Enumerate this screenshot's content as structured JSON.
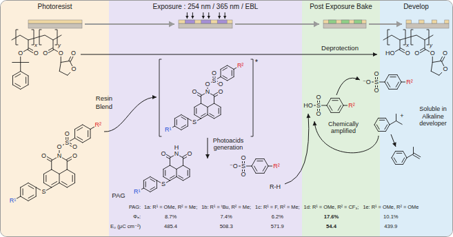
{
  "diagram": {
    "nodes": [
      {
        "text": [
          "Photoresist"
        ]
      },
      {
        "text": [
          "Exposure : 254 nm / 365 nm / EBL"
        ]
      },
      {
        "text": [
          "Post Exposure Bake"
        ]
      },
      {
        "text": [
          "Develop"
        ]
      }
    ],
    "labels": [
      "Resin",
      "Blend",
      "PAG",
      "Deprotection",
      "Photoacids generation",
      "Chemically amplified",
      "R-H",
      "Soluble in Alkaline developer",
      "*",
      "PAG:",
      "1a: R¹ = OMe, R² = Me;",
      "1b: R¹ = ᵗBu, R² = Me;",
      "1c: R¹ = F, R² = Me;",
      "1d: R¹ = OMe, R² = CF₃;",
      "1e: R¹ = OMe, R² = OMe",
      "Φₐ:",
      "8.7%",
      "7.4%",
      "6.2%",
      "17.6%",
      "10.1%",
      "E₀ (μC cm⁻²)",
      "485.4",
      "508.3",
      "571.9",
      "54.4",
      "439.9",
      "+",
      "x",
      "y",
      "x",
      "y",
      "O",
      "O",
      "O",
      "O",
      "O",
      "O",
      "O",
      "HO",
      "O",
      "O",
      "O",
      "O",
      "O",
      "O",
      "N",
      "S",
      "R¹",
      "O",
      "S",
      "O",
      "O",
      "R²",
      "O",
      "O",
      "N",
      "S",
      "R¹",
      "O",
      "S",
      "O",
      "O",
      "R²",
      "O",
      "O",
      "N",
      "S",
      "R¹",
      "H",
      "⁻O",
      "S",
      "O",
      "O",
      "R²",
      "HO",
      "S",
      "O",
      "O",
      "R²",
      "⁻O",
      "S",
      "O",
      "O",
      "R²"
    ]
  }
}
